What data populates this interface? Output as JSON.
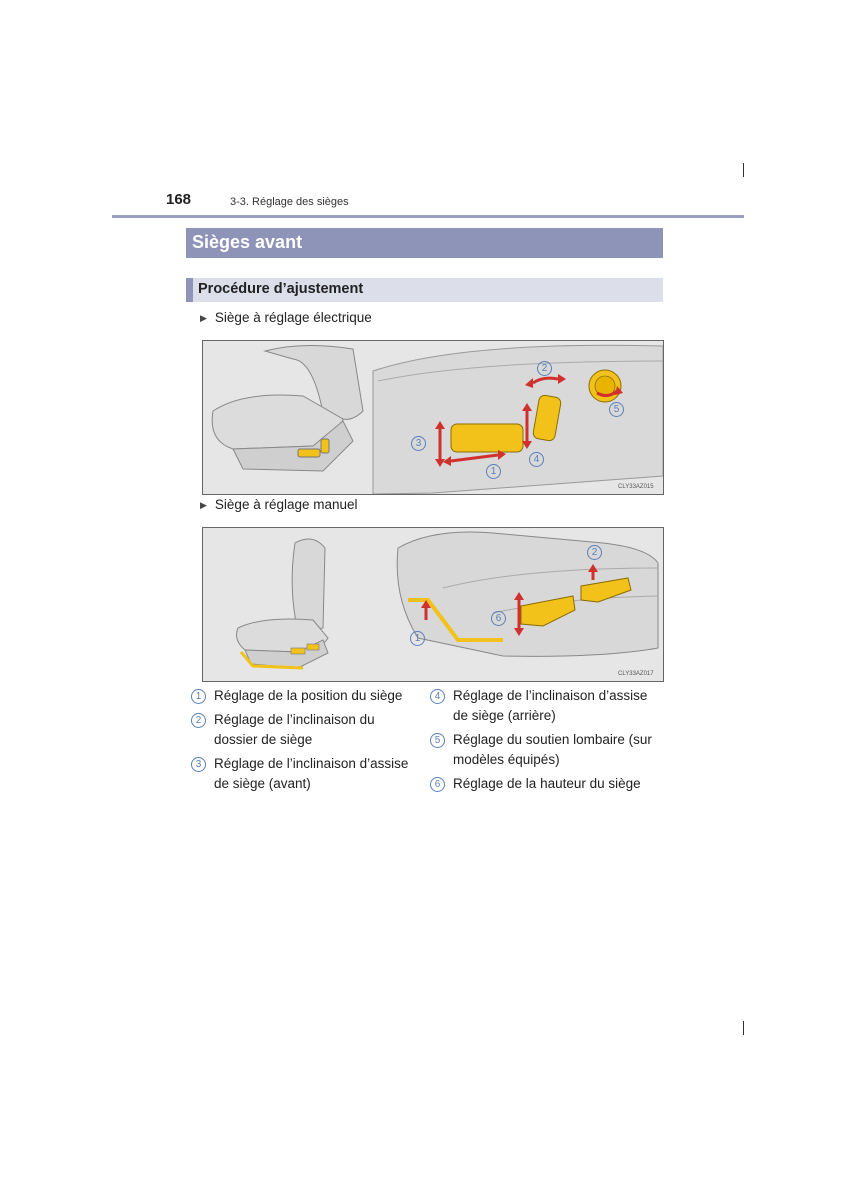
{
  "header": {
    "page_number": "168",
    "section": "3-3. Réglage des sièges"
  },
  "title": "Sièges avant",
  "subtitle": "Procédure d’ajustement",
  "bullets": {
    "electric": "Siège à réglage électrique",
    "manual": "Siège à réglage manuel"
  },
  "figures": {
    "electric_code": "CLY33AZ015",
    "manual_code": "CLY33AZ017",
    "callouts_electric": [
      "1",
      "2",
      "3",
      "4",
      "5"
    ],
    "callouts_manual": [
      "1",
      "2",
      "6"
    ]
  },
  "legend": [
    {
      "num": "1",
      "text": "Réglage de la position du siège"
    },
    {
      "num": "2",
      "text": "Réglage de l’inclinaison du dossier de siège"
    },
    {
      "num": "3",
      "text": "Réglage de l’inclinaison d’assise de siège (avant)"
    },
    {
      "num": "4",
      "text": "Réglage de l’inclinaison d’assise de siège (arrière)"
    },
    {
      "num": "5",
      "text": "Réglage du soutien lombaire (sur modèles équipés)"
    },
    {
      "num": "6",
      "text": "Réglage de la hauteur du siège"
    }
  ],
  "colors": {
    "accent": "#8e93b8",
    "callout": "#5a7fb8",
    "arrow": "#d0312d",
    "control": "#f2c21a"
  }
}
